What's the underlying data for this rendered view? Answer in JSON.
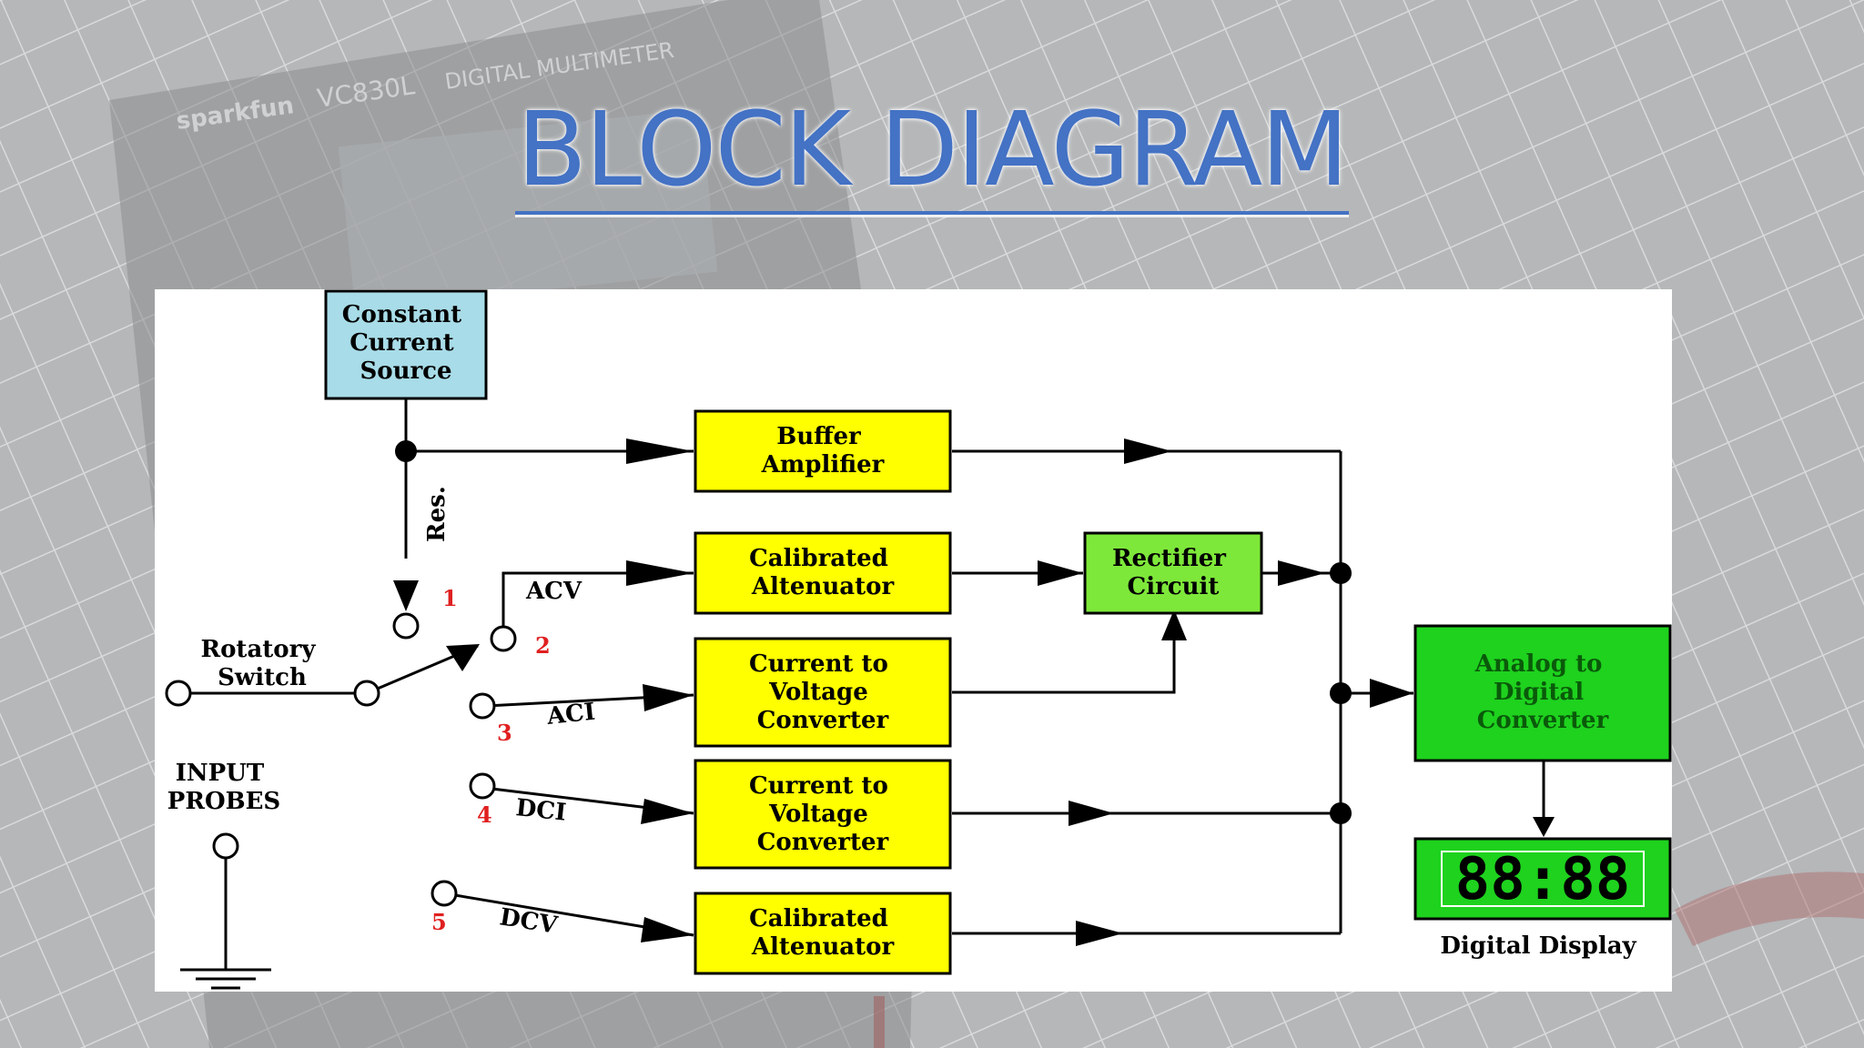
{
  "slide": {
    "title": "BLOCK DIAGRAM",
    "background_meter": {
      "brand": "sparkfun",
      "model": "VC830L",
      "label": "DIGITAL MULTIMETER"
    }
  },
  "diagram": {
    "blocks": {
      "constant_current_source": [
        "Constant",
        "Current",
        "Source"
      ],
      "buffer_amplifier": [
        "Buffer",
        "Amplifier"
      ],
      "calibrated_attenuator_top": [
        "Calibrated",
        "Altenuator"
      ],
      "rectifier_circuit": [
        "Rectifier",
        "Circuit"
      ],
      "current_voltage_converter_aci": [
        "Current to",
        "Voltage",
        "Converter"
      ],
      "current_voltage_converter_dci": [
        "Current to",
        "Voltage",
        "Converter"
      ],
      "calibrated_attenuator_bottom": [
        "Calibrated",
        "Altenuator"
      ],
      "analog_to_digital_converter": [
        "Analog to",
        "Digital",
        "Converter"
      ]
    },
    "labels": {
      "rotatory_switch": [
        "Rotatory",
        "Switch"
      ],
      "input_probes": [
        "INPUT",
        "PROBES"
      ],
      "res": "Res.",
      "acv": "ACV",
      "aci": "ACI",
      "dci": "DCI",
      "dcv": "DCV",
      "digital_display": "Digital Display",
      "display_readout": "88:88"
    },
    "terminal_numbers": [
      "1",
      "2",
      "3",
      "4",
      "5"
    ],
    "colors": {
      "yellow_block": "#ffff00",
      "green_block": "#7ee83a",
      "adc_block": "#1ed21e",
      "blue_block": "#a8dce8",
      "terminal_number": "#e02020"
    }
  }
}
